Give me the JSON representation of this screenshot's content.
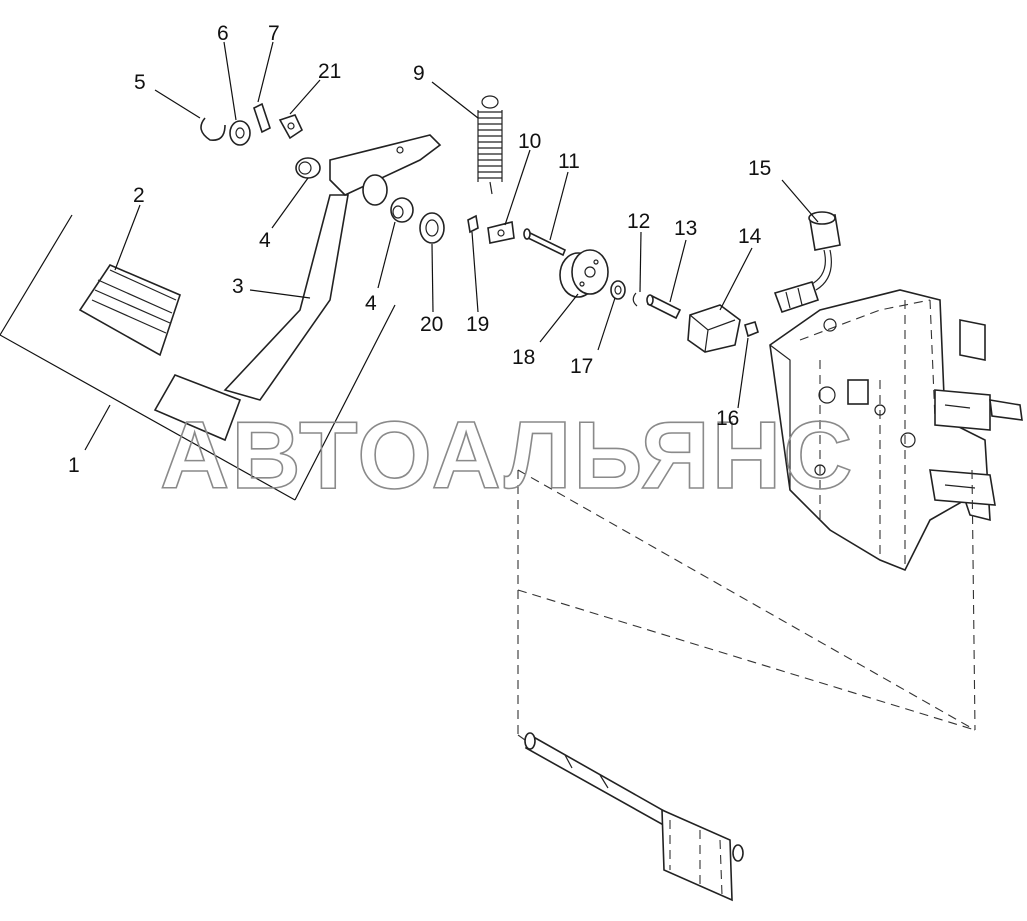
{
  "watermark": "АВТОАЛЬЯНС",
  "callouts": [
    {
      "id": "c1",
      "text": "1"
    },
    {
      "id": "c2",
      "text": "2"
    },
    {
      "id": "c3",
      "text": "3"
    },
    {
      "id": "c4a",
      "text": "4"
    },
    {
      "id": "c4b",
      "text": "4"
    },
    {
      "id": "c5",
      "text": "5"
    },
    {
      "id": "c6",
      "text": "6"
    },
    {
      "id": "c7",
      "text": "7"
    },
    {
      "id": "c9",
      "text": "9"
    },
    {
      "id": "c10",
      "text": "10"
    },
    {
      "id": "c11",
      "text": "11"
    },
    {
      "id": "c12",
      "text": "12"
    },
    {
      "id": "c13",
      "text": "13"
    },
    {
      "id": "c14",
      "text": "14"
    },
    {
      "id": "c15",
      "text": "15"
    },
    {
      "id": "c16",
      "text": "16"
    },
    {
      "id": "c17",
      "text": "17"
    },
    {
      "id": "c18",
      "text": "18"
    },
    {
      "id": "c19",
      "text": "19"
    },
    {
      "id": "c20",
      "text": "20"
    },
    {
      "id": "c21",
      "text": "21"
    }
  ]
}
